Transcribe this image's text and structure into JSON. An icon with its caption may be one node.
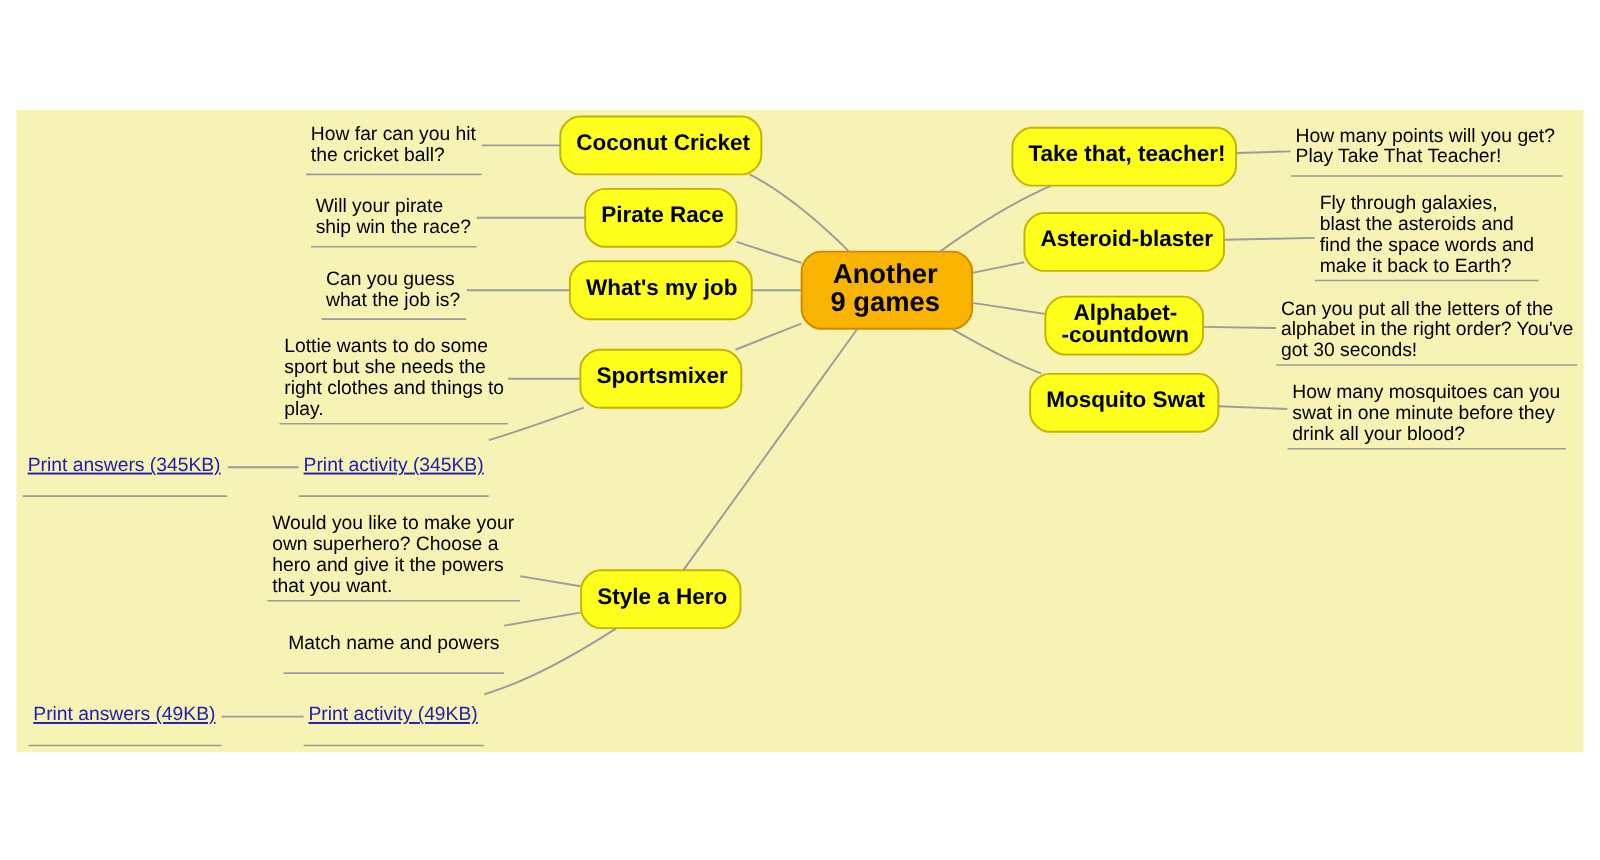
{
  "diagram": {
    "nodes": [
      {
        "text": [
          "Another 9 games"
        ]
      },
      {
        "text": [
          "Coconut Cricket"
        ]
      },
      {
        "text": [
          "How far can you hit the cricket ball?"
        ]
      },
      {
        "text": [
          "Pirate Race"
        ]
      },
      {
        "text": [
          "Will your pirate ship win the race?"
        ]
      },
      {
        "text": [
          "What's my job"
        ]
      },
      {
        "text": [
          "Can you guess what the job is?"
        ]
      },
      {
        "text": [
          "Sportsmixer"
        ]
      },
      {
        "text": [
          "Lottie wants to do some sport but she needs the right clothes and things to play."
        ]
      },
      {
        "text": [
          "Print activity (345KB)"
        ]
      },
      {
        "text": [
          "Print answers (345KB)"
        ]
      },
      {
        "text": [
          "Style a Hero"
        ]
      },
      {
        "text": [
          "Would you like to make your own superhero? Choose a hero and give it the powers that you want."
        ]
      },
      {
        "text": [
          "Match name and powers"
        ]
      },
      {
        "text": [
          "Print activity (49KB)"
        ]
      },
      {
        "text": [
          "Print answers (49KB)"
        ]
      },
      {
        "text": [
          "Take that, teacher!"
        ]
      },
      {
        "text": [
          "How many points will you get? Play Take That Teacher!"
        ]
      },
      {
        "text": [
          "Asteroid-blaster"
        ]
      },
      {
        "text": [
          "Fly through galaxies, blast the asteroids and find the space words and make it back to Earth?"
        ]
      },
      {
        "text": [
          "Alphabet- -countdown"
        ]
      },
      {
        "text": [
          "Can you put all the letters of the alphabet in the right order? You've got 30 seconds!"
        ]
      },
      {
        "text": [
          "Mosquito Swat"
        ]
      },
      {
        "text": [
          "How many mosquitoes can you swat in one minute before they drink all your blood?"
        ]
      }
    ],
    "edges": [
      {
        "from": 0,
        "to": 1,
        "arrow": "none"
      },
      {
        "from": 1,
        "to": 2,
        "arrow": "none"
      },
      {
        "from": 0,
        "to": 3,
        "arrow": "none"
      },
      {
        "from": 3,
        "to": 4,
        "arrow": "none"
      },
      {
        "from": 0,
        "to": 5,
        "arrow": "none"
      },
      {
        "from": 5,
        "to": 6,
        "arrow": "none"
      },
      {
        "from": 0,
        "to": 7,
        "arrow": "none"
      },
      {
        "from": 7,
        "to": 8,
        "arrow": "none"
      },
      {
        "from": 7,
        "to": 9,
        "arrow": "none"
      },
      {
        "from": 9,
        "to": 10,
        "arrow": "none"
      },
      {
        "from": 0,
        "to": 11,
        "arrow": "none"
      },
      {
        "from": 11,
        "to": 12,
        "arrow": "none"
      },
      {
        "from": 11,
        "to": 13,
        "arrow": "none"
      },
      {
        "from": 11,
        "to": 14,
        "arrow": "none"
      },
      {
        "from": 14,
        "to": 15,
        "arrow": "none"
      },
      {
        "from": 0,
        "to": 16,
        "arrow": "none"
      },
      {
        "from": 16,
        "to": 17,
        "arrow": "none"
      },
      {
        "from": 0,
        "to": 18,
        "arrow": "none"
      },
      {
        "from": 18,
        "to": 19,
        "arrow": "none"
      },
      {
        "from": 0,
        "to": 20,
        "arrow": "none"
      },
      {
        "from": 20,
        "to": 21,
        "arrow": "none"
      },
      {
        "from": 0,
        "to": 22,
        "arrow": "none"
      },
      {
        "from": 22,
        "to": 23,
        "arrow": "none"
      }
    ]
  }
}
